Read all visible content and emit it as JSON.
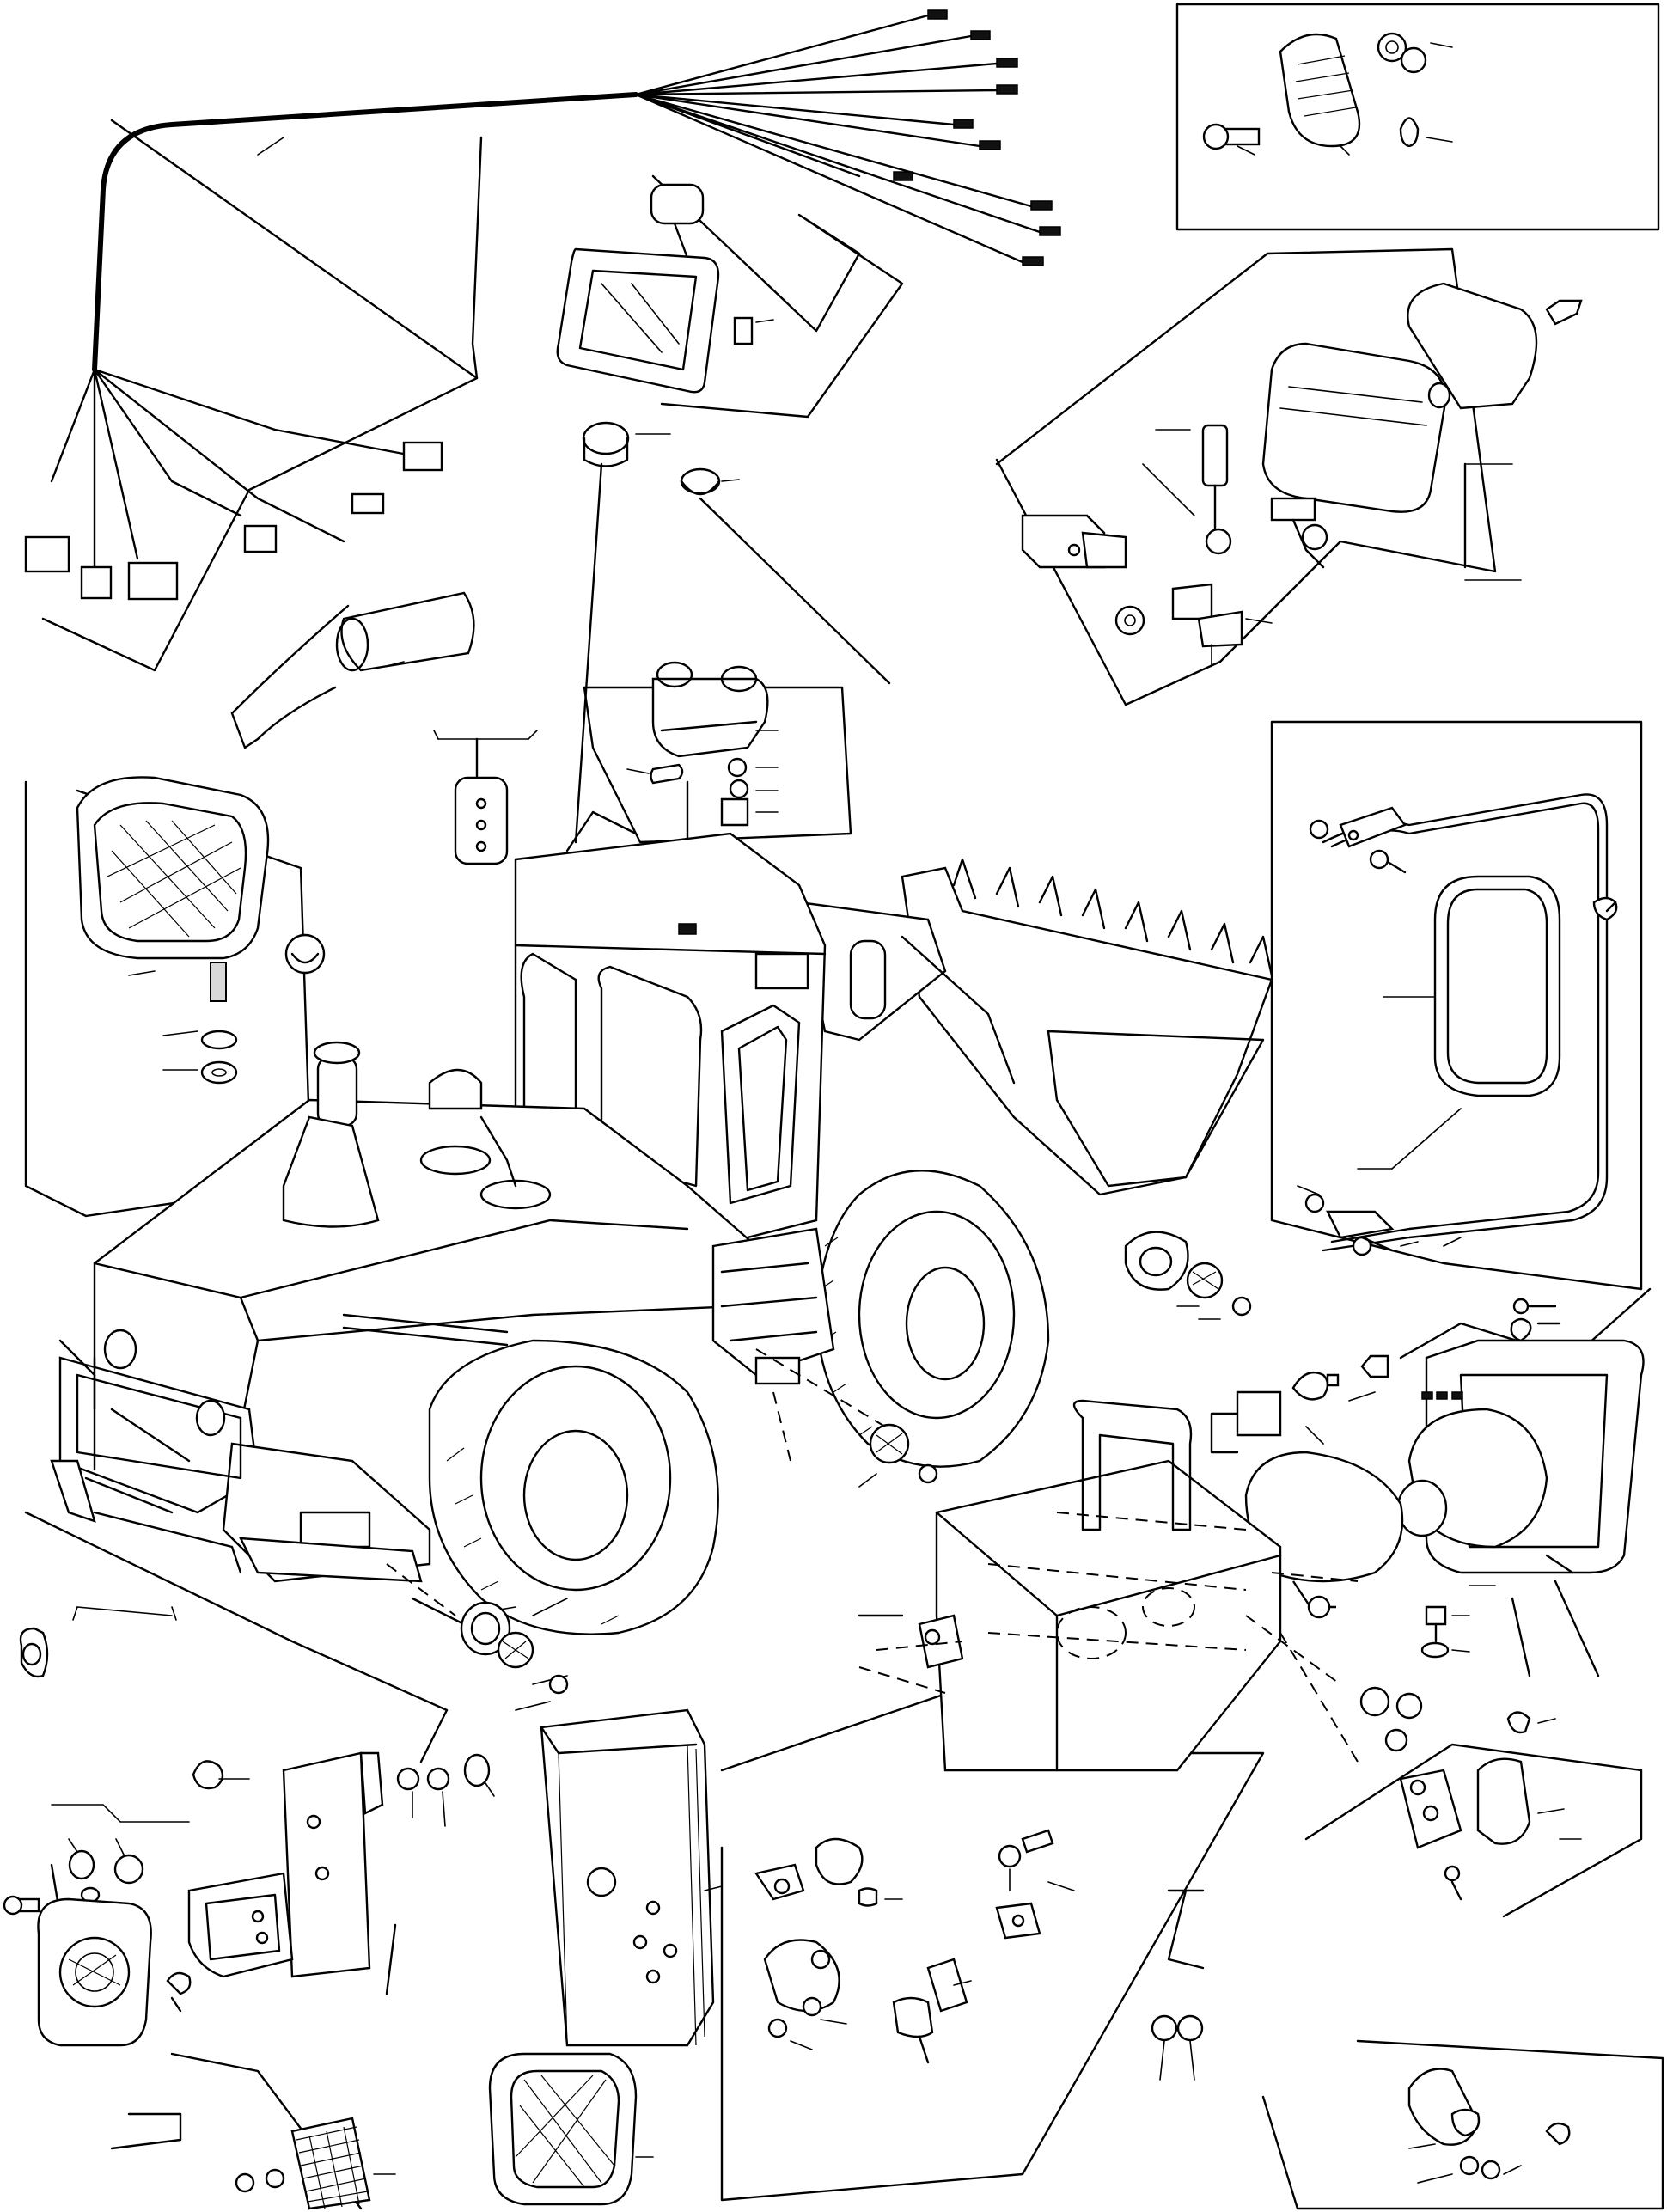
{
  "figure": {
    "type": "exploded-parts-diagram",
    "subject": "wheel-loader-electrical-lighting",
    "text_labels": [],
    "line_color": "#000000",
    "background_color": "#ffffff"
  },
  "part_groups": [
    {
      "id": "wiring-harness",
      "icon": "wire-harness-icon"
    },
    {
      "id": "top-right-marker-lamp",
      "icon": "marker-lamp-icon"
    },
    {
      "id": "cab-work-lamp",
      "icon": "rectangular-lamp-icon"
    },
    {
      "id": "cab-side-work-lamp",
      "icon": "work-lamp-icon"
    },
    {
      "id": "left-work-lamp",
      "icon": "round-work-lamp-icon"
    },
    {
      "id": "cab-dome-lamp",
      "icon": "dome-lamp-icon"
    },
    {
      "id": "mirror-assembly",
      "icon": "mirror-icon"
    },
    {
      "id": "head-lamp-assembly",
      "icon": "head-lamp-icon"
    },
    {
      "id": "rear-combination-lamp-left",
      "icon": "tail-lamp-icon"
    },
    {
      "id": "rear-combination-lamp-right",
      "icon": "tail-lamp-icon"
    },
    {
      "id": "rear-reflector",
      "icon": "reflector-icon"
    },
    {
      "id": "side-turn-signal",
      "icon": "turn-signal-icon"
    },
    {
      "id": "bottom-right-lamp",
      "icon": "small-lamp-icon"
    },
    {
      "id": "wheel-loader-body",
      "icon": "wheel-loader-icon"
    }
  ]
}
